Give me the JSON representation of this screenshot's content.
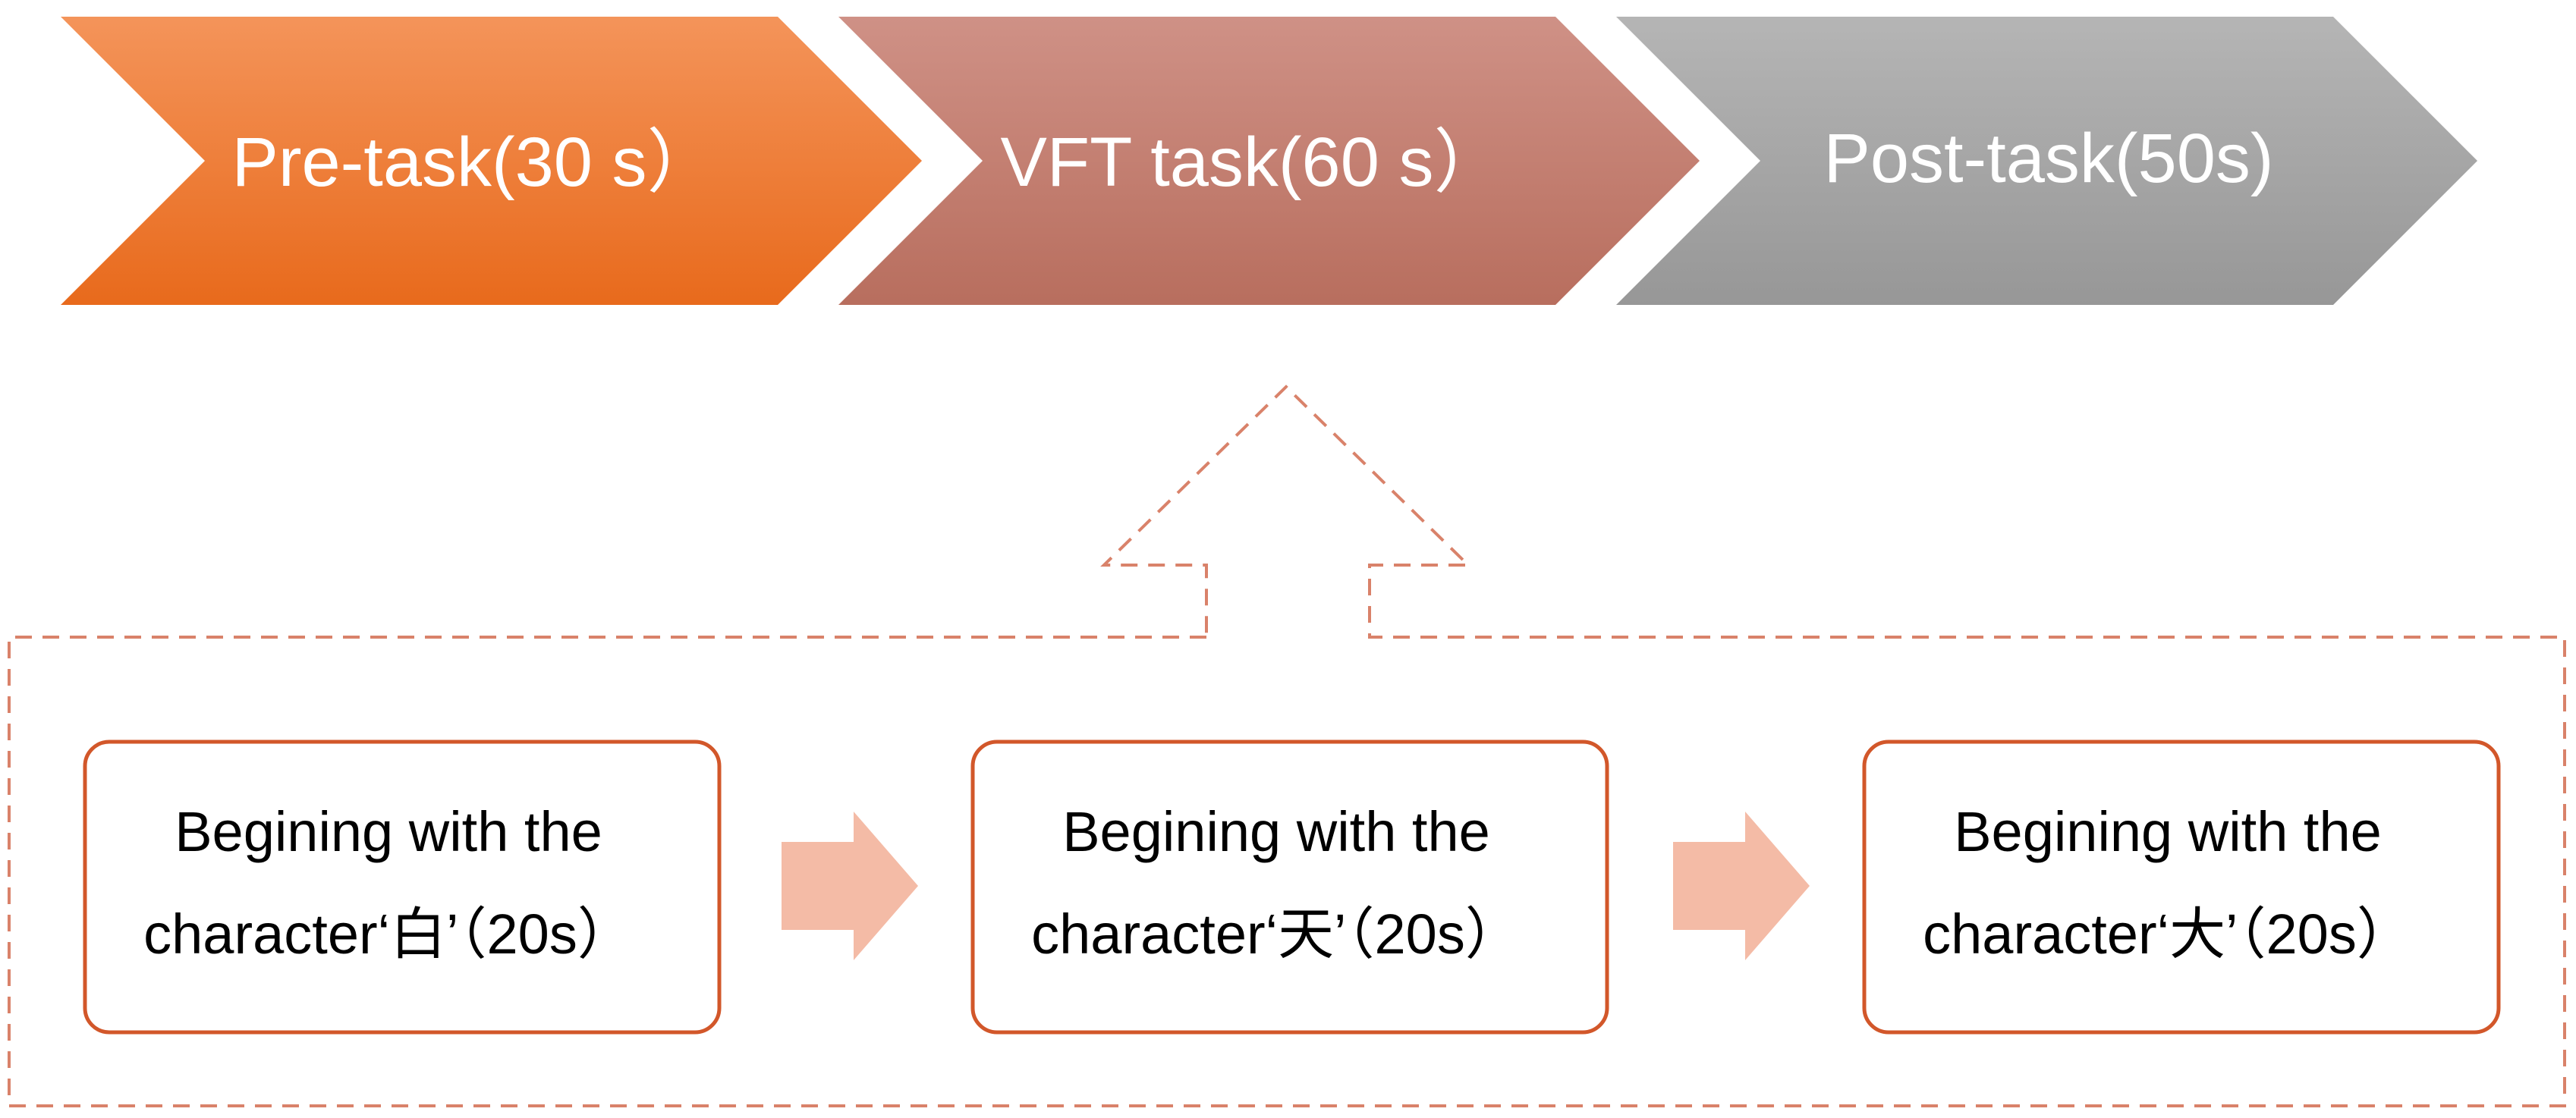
{
  "colors": {
    "phase_1": "#ef7d2e",
    "phase_2": "#c47d6e",
    "phase_3": "#a6a6a6",
    "outline": "#d2572a",
    "dashed": "#d9826a",
    "arrow": "#f4bba6",
    "label_light": "#ffffff",
    "label_dark": "#000000"
  },
  "phases": [
    {
      "label": "Pre-task(30 s）"
    },
    {
      "label": "VFT task(60 s）"
    },
    {
      "label": "Post-task(50s)"
    }
  ],
  "subtasks": [
    {
      "line1": "Begining with the",
      "line2": "character‘白’（20s）"
    },
    {
      "line1": "Begining with the",
      "line2": "character‘天’（20s）"
    },
    {
      "line1": "Begining with the",
      "line2": "character‘大’（20s）"
    }
  ]
}
